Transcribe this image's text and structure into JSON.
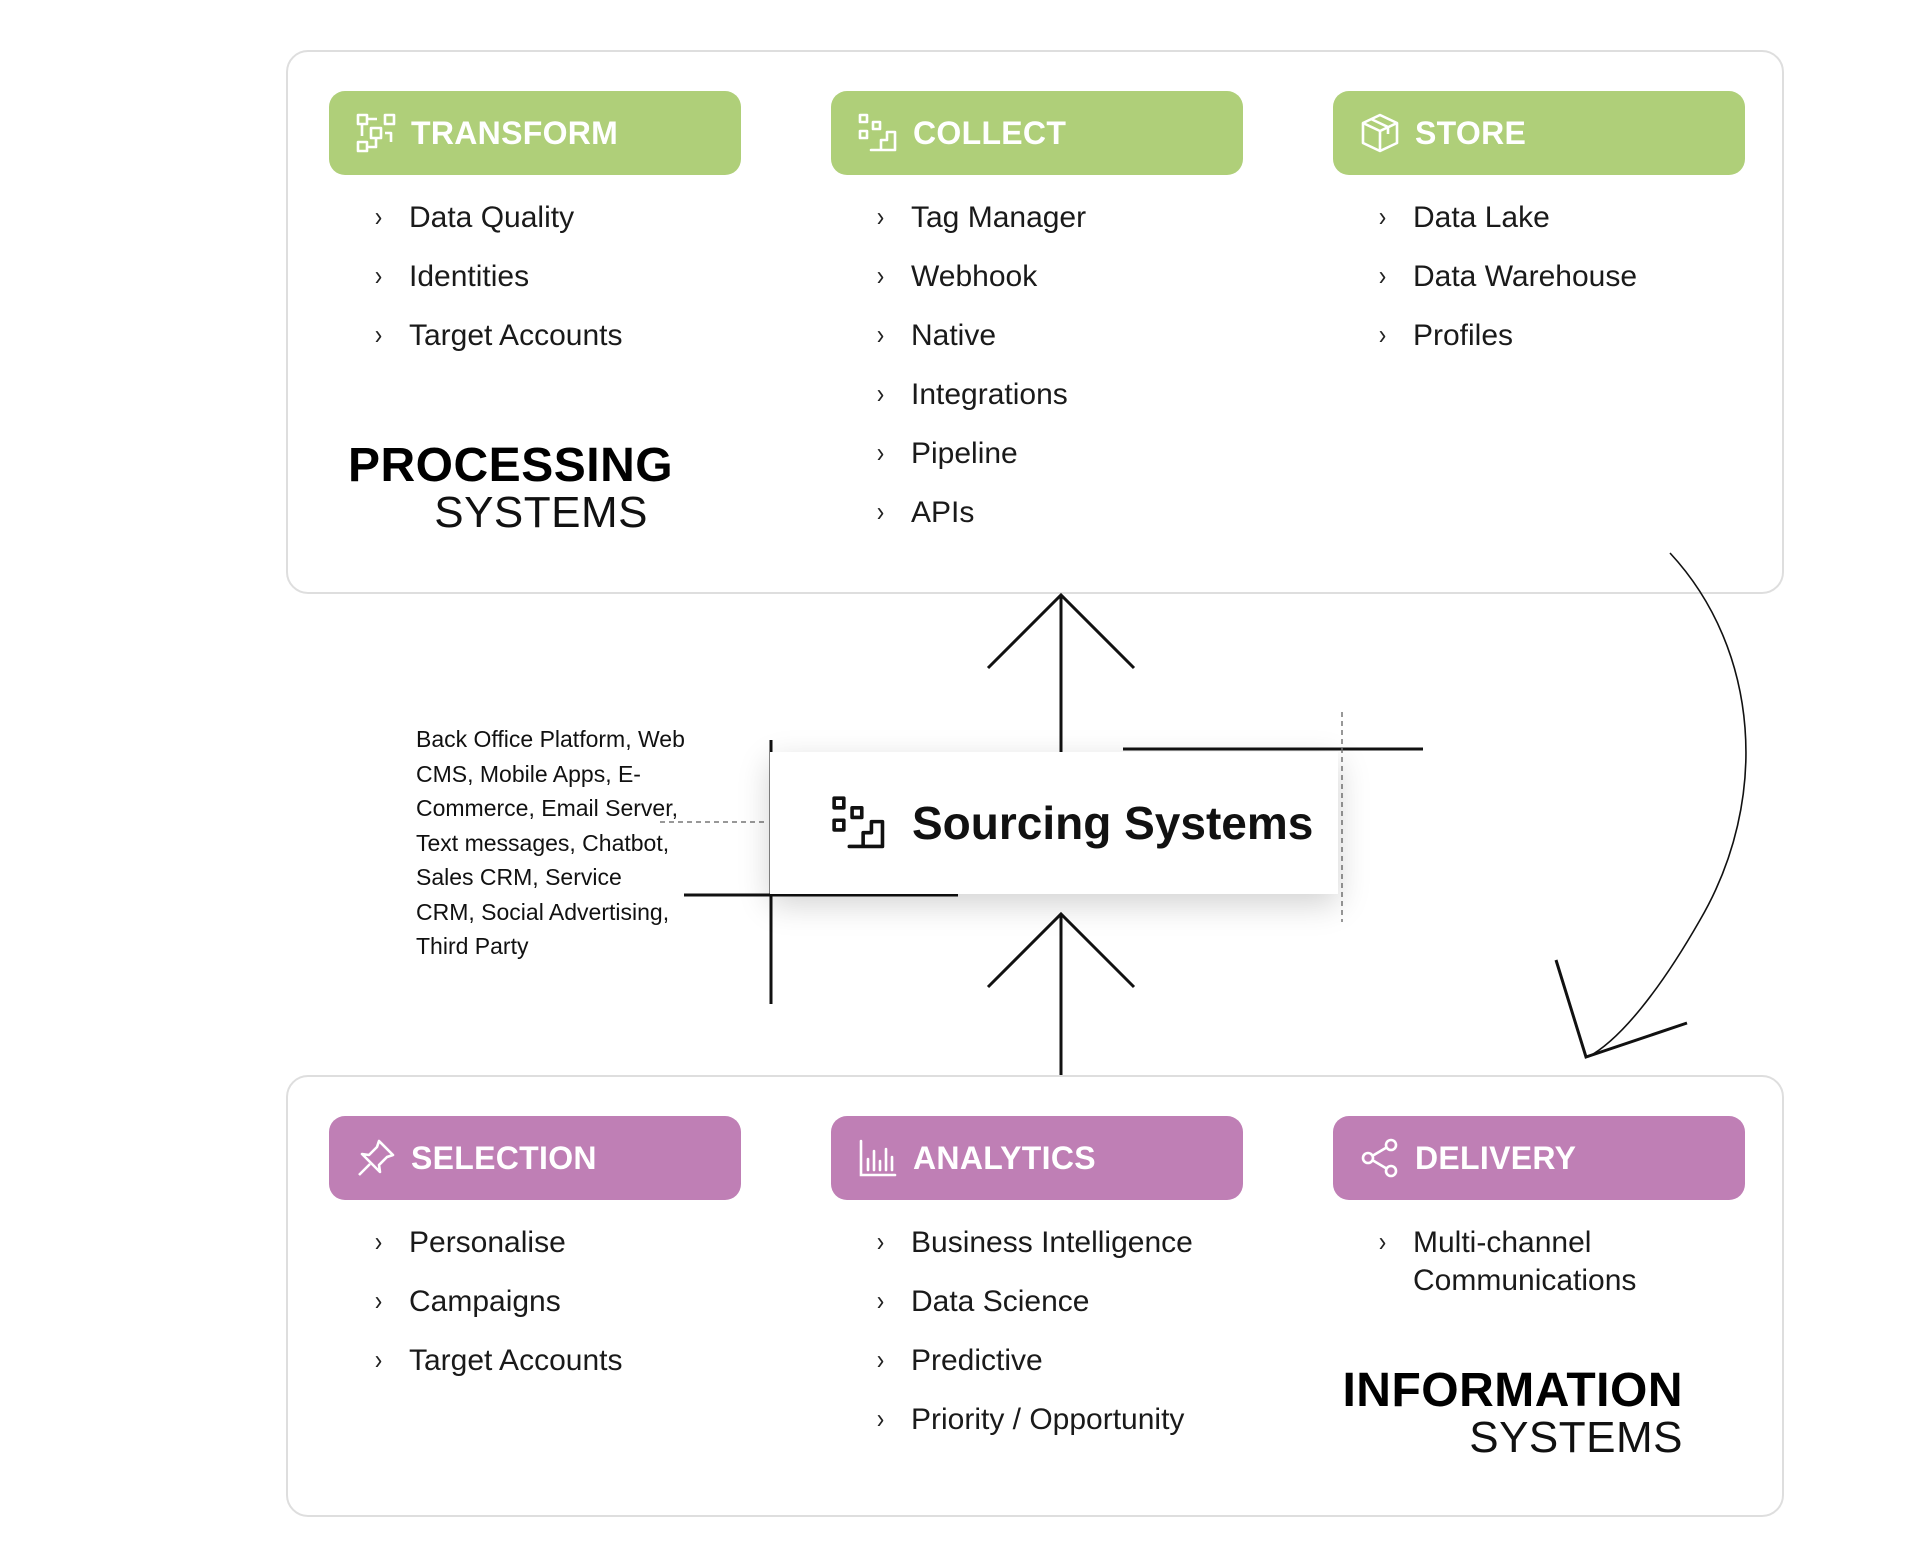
{
  "processing": {
    "label_big": "PROCESSING",
    "label_small": "SYSTEMS",
    "columns": [
      {
        "title": "TRANSFORM",
        "icon": "transform-icon",
        "items": [
          "Data Quality",
          "Identities",
          "Target Accounts"
        ]
      },
      {
        "title": "COLLECT",
        "icon": "collect-icon",
        "items": [
          "Tag Manager",
          "Webhook",
          "Native",
          "Integrations",
          "Pipeline",
          "APIs"
        ]
      },
      {
        "title": "STORE",
        "icon": "box-icon",
        "items": [
          "Data Lake",
          "Data Warehouse",
          "Profiles"
        ]
      }
    ]
  },
  "information": {
    "label_big": "INFORMATION",
    "label_small": "SYSTEMS",
    "columns": [
      {
        "title": "SELECTION",
        "icon": "pin-icon",
        "items": [
          "Personalise",
          "Campaigns",
          "Target Accounts"
        ]
      },
      {
        "title": "ANALYTICS",
        "icon": "bar-chart-icon",
        "items": [
          "Business Intelligence",
          "Data Science",
          "Predictive",
          "Priority / Opportunity"
        ]
      },
      {
        "title": "DELIVERY",
        "icon": "share-icon",
        "items": [
          "Multi-channel Communications"
        ]
      }
    ]
  },
  "sourcing": {
    "title": "Sourcing Systems",
    "icon": "collect-icon",
    "note": "Back Office Platform, Web CMS, Mobile Apps, E-Commerce, Email Server, Text messages, Chatbot, Sales CRM, Service CRM, Social Advertising, Third Party"
  },
  "colors": {
    "processing_header": "#afcf79",
    "information_header": "#bf7fb5",
    "panel_border": "#dedede"
  }
}
